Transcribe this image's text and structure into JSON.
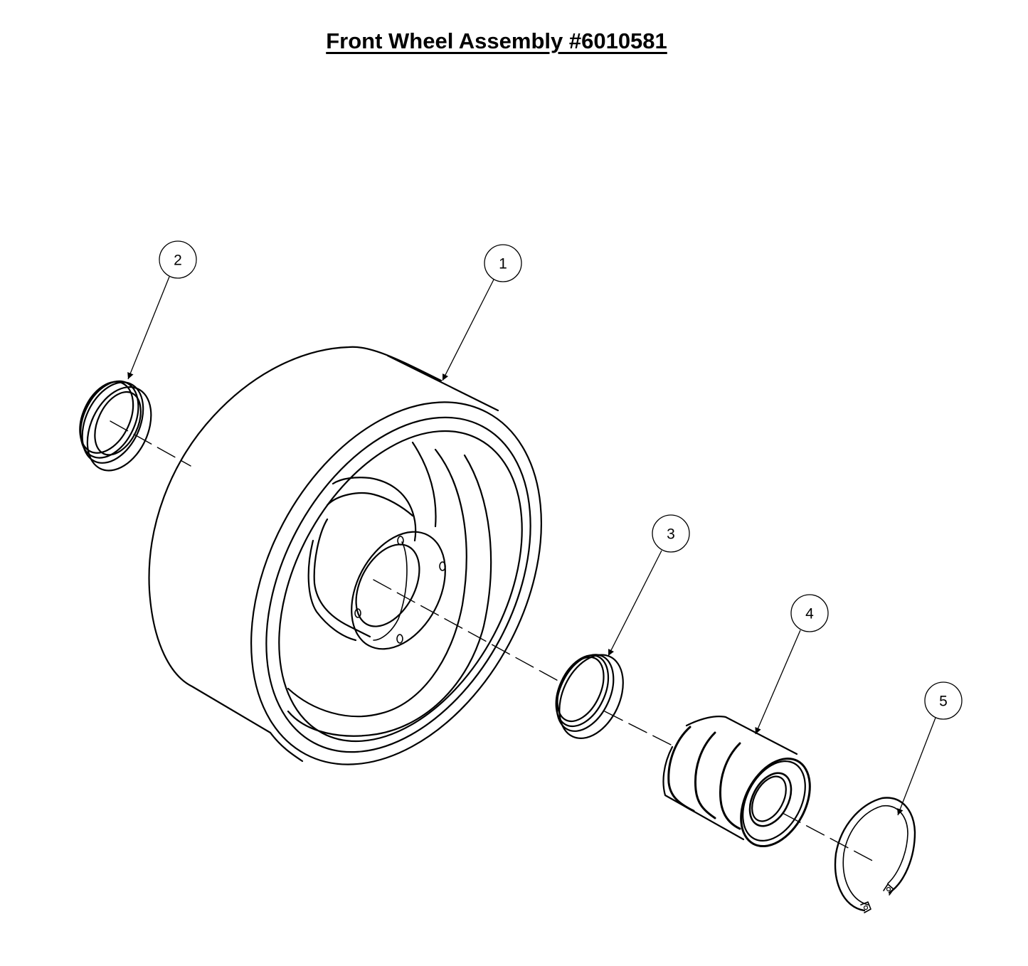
{
  "title": "Front Wheel Assembly #6010581",
  "colors": {
    "line": "#000000",
    "background": "#ffffff"
  },
  "callouts": [
    {
      "number": "1",
      "part": "wheel"
    },
    {
      "number": "2",
      "part": "seal-left"
    },
    {
      "number": "3",
      "part": "seal-right"
    },
    {
      "number": "4",
      "part": "bearing-stack"
    },
    {
      "number": "5",
      "part": "retaining-ring"
    }
  ]
}
